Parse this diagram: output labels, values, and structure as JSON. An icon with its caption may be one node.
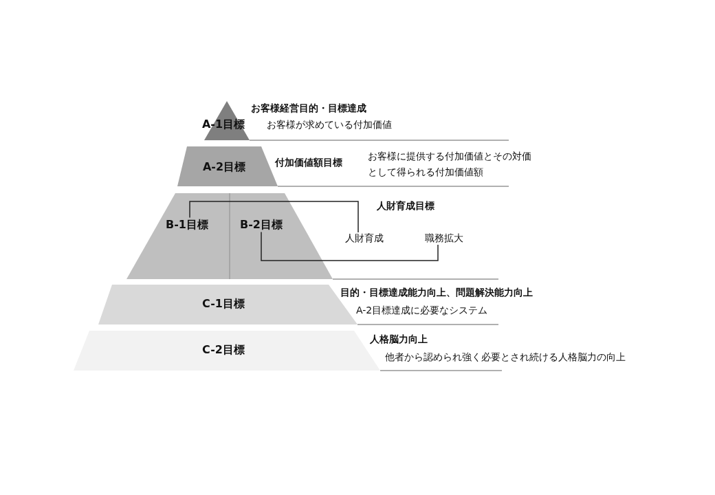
{
  "diagram": {
    "nodes": [
      {
        "text": [
          "A-1目標"
        ],
        "beside": [
          "お客様経営目的・目標達成",
          "お客様が求めている付加価値"
        ]
      },
      {
        "text": [
          "A-2目標"
        ],
        "beside": [
          "付加価値額目標",
          "お客様に提供する付加価値とその対価として得られる付加価値額"
        ]
      },
      {
        "text": [],
        "shape": "trapezoid"
      },
      {
        "text": [
          "B-1目標"
        ],
        "in": 2
      },
      {
        "text": [
          "B-2目標"
        ],
        "in": 2
      },
      {
        "text": [
          "人財育成"
        ]
      },
      {
        "text": [
          "職務拡大"
        ]
      },
      {
        "text": [
          "C-1目標"
        ],
        "beside": [
          "目的・目標達成能力向上、問題解決能力向上",
          "A-2目標達成に必要なシステム"
        ]
      },
      {
        "text": [
          "C-2目標"
        ],
        "beside": [
          "人格脳力向上",
          "他者から認められ強く必要とされ続ける人格脳力の向上"
        ]
      }
    ],
    "edges": [
      {
        "from": 3,
        "to": 5,
        "arrow": "none"
      },
      {
        "from": 4,
        "to": 6,
        "arrow": "none"
      }
    ],
    "labels": [
      "人財育成目標"
    ]
  }
}
